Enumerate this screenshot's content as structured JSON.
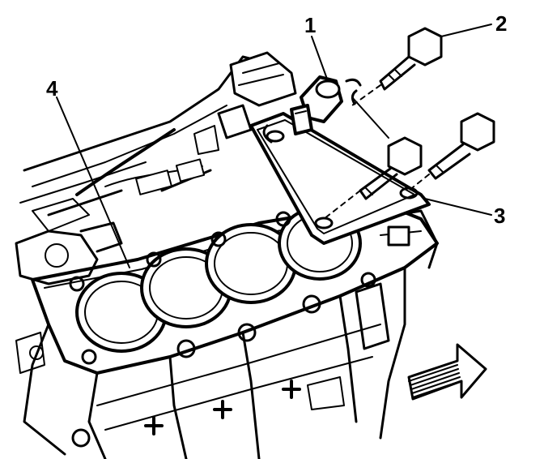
{
  "callouts": [
    {
      "id": "1",
      "label": "1"
    },
    {
      "id": "2",
      "label": "2"
    },
    {
      "id": "3",
      "label": "3"
    },
    {
      "id": "4",
      "label": "4"
    }
  ],
  "icons": [
    "engine-block-drawing",
    "bolt-icon",
    "spacer-icon",
    "gasket-plate-icon",
    "front-arrow-icon"
  ]
}
